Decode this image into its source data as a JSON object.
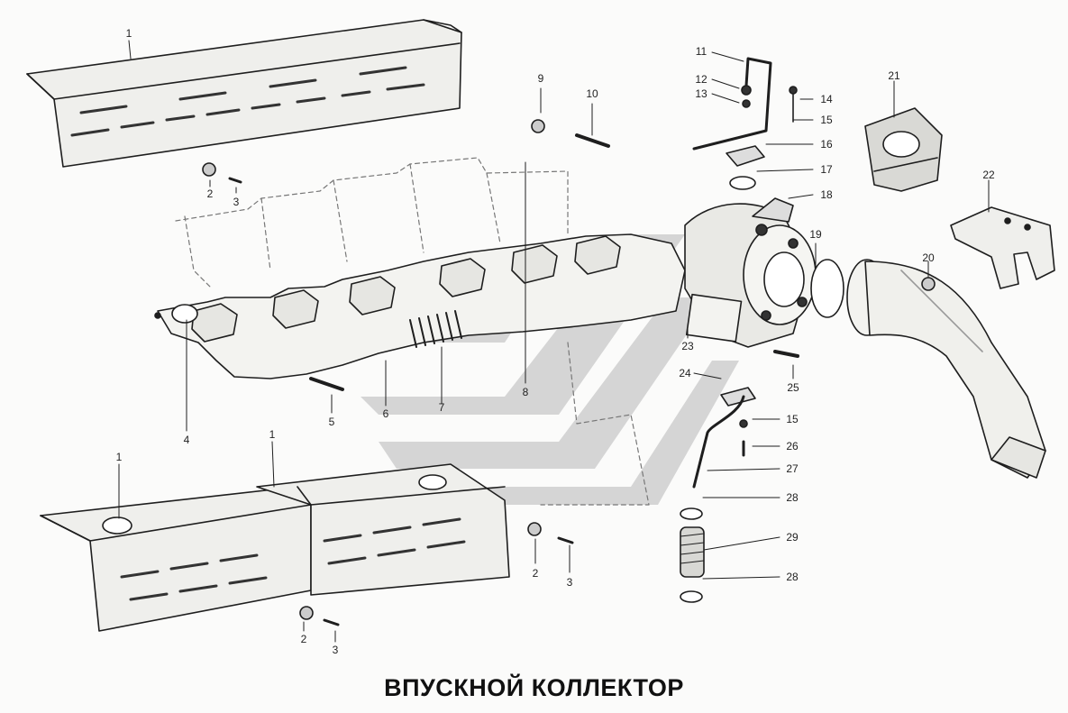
{
  "caption": "ВПУСКНОЙ КОЛЛЕКТОР",
  "callouts": [
    {
      "id": "c1a",
      "text": "1"
    },
    {
      "id": "c2a",
      "text": "2"
    },
    {
      "id": "c3a",
      "text": "3"
    },
    {
      "id": "c4",
      "text": "4"
    },
    {
      "id": "c5",
      "text": "5"
    },
    {
      "id": "c6",
      "text": "6"
    },
    {
      "id": "c7",
      "text": "7"
    },
    {
      "id": "c8",
      "text": "8"
    },
    {
      "id": "c9",
      "text": "9"
    },
    {
      "id": "c10",
      "text": "10"
    },
    {
      "id": "c11",
      "text": "11"
    },
    {
      "id": "c12",
      "text": "12"
    },
    {
      "id": "c13",
      "text": "13"
    },
    {
      "id": "c14",
      "text": "14"
    },
    {
      "id": "c15a",
      "text": "15"
    },
    {
      "id": "c16",
      "text": "16"
    },
    {
      "id": "c17",
      "text": "17"
    },
    {
      "id": "c18",
      "text": "18"
    },
    {
      "id": "c19",
      "text": "19"
    },
    {
      "id": "c20",
      "text": "20"
    },
    {
      "id": "c21",
      "text": "21"
    },
    {
      "id": "c22",
      "text": "22"
    },
    {
      "id": "c23",
      "text": "23"
    },
    {
      "id": "c24",
      "text": "24"
    },
    {
      "id": "c25",
      "text": "25"
    },
    {
      "id": "c15b",
      "text": "15"
    },
    {
      "id": "c26",
      "text": "26"
    },
    {
      "id": "c27",
      "text": "27"
    },
    {
      "id": "c28a",
      "text": "28"
    },
    {
      "id": "c29",
      "text": "29"
    },
    {
      "id": "c28b",
      "text": "28"
    },
    {
      "id": "c1b",
      "text": "1"
    },
    {
      "id": "c1c",
      "text": "1"
    },
    {
      "id": "c2b",
      "text": "2"
    },
    {
      "id": "c3b",
      "text": "3"
    },
    {
      "id": "c2c",
      "text": "2"
    },
    {
      "id": "c3c",
      "text": "3"
    }
  ],
  "watermark": {
    "color": "#c9c9c9"
  },
  "colors": {
    "ink": "#1e1e1e",
    "paper": "#fbfbfa",
    "hatch": "#555555"
  }
}
